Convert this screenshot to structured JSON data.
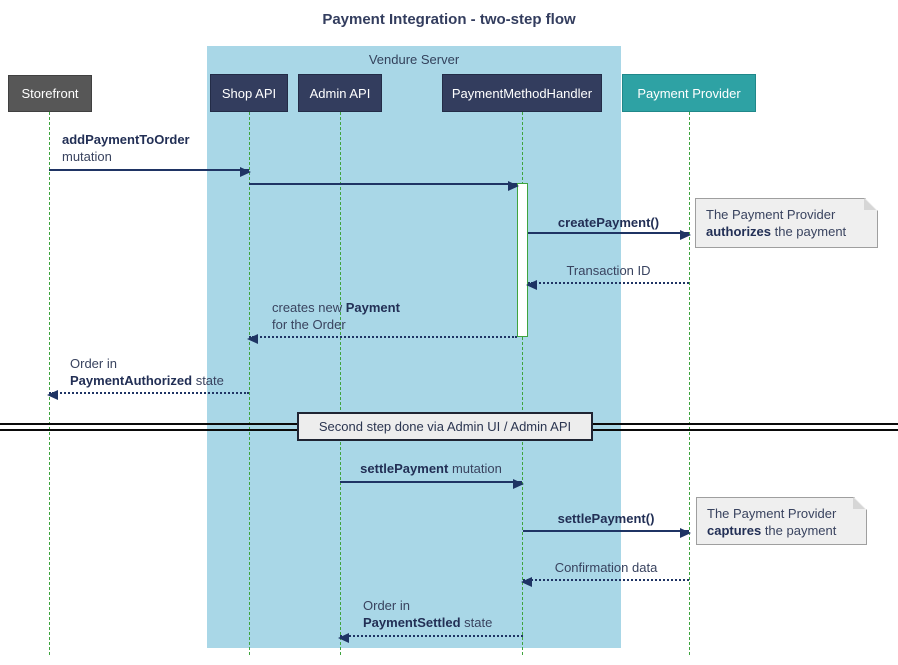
{
  "title": "Payment Integration - two-step flow",
  "colors": {
    "participant_navy": "#333d5e",
    "participant_gray": "#575757",
    "participant_teal": "#2ea2a4",
    "container_blue": "#a9d7e7",
    "lifeline_green": "#3fa43f",
    "arrow_navy": "#1f3464",
    "note_bg": "#efefef"
  },
  "container": {
    "label": "Vendure Server"
  },
  "participants": [
    {
      "label": "Storefront"
    },
    {
      "label": "Shop API"
    },
    {
      "label": "Admin API"
    },
    {
      "label": "PaymentMethodHandler"
    },
    {
      "label": "Payment Provider"
    }
  ],
  "messages": {
    "add_payment": {
      "bold": "addPaymentToOrder",
      "rest": "mutation"
    },
    "create_payment": {
      "bold": "createPayment()"
    },
    "transaction_id": {
      "text": "Transaction ID"
    },
    "creates_payment": {
      "l1a": "creates new ",
      "l1b": "Payment",
      "l2": "for the Order"
    },
    "order_authorized": {
      "l1": "Order in",
      "l2b": "PaymentAuthorized",
      "l2a": " state"
    },
    "settle_payment_mutation": {
      "bold": "settlePayment",
      "rest": " mutation"
    },
    "settle_payment_call": {
      "bold": "settlePayment()"
    },
    "confirmation": {
      "text": "Confirmation data"
    },
    "order_settled": {
      "l1": "Order in",
      "l2b": "PaymentSettled",
      "l2a": " state"
    }
  },
  "notes": {
    "authorize": {
      "l1": "The Payment Provider",
      "l2b": "authorizes",
      "l2a": " the payment"
    },
    "capture": {
      "l1": "The Payment Provider",
      "l2b": "captures",
      "l2a": " the payment"
    }
  },
  "divider": {
    "label": "Second step done via Admin UI / Admin API"
  }
}
